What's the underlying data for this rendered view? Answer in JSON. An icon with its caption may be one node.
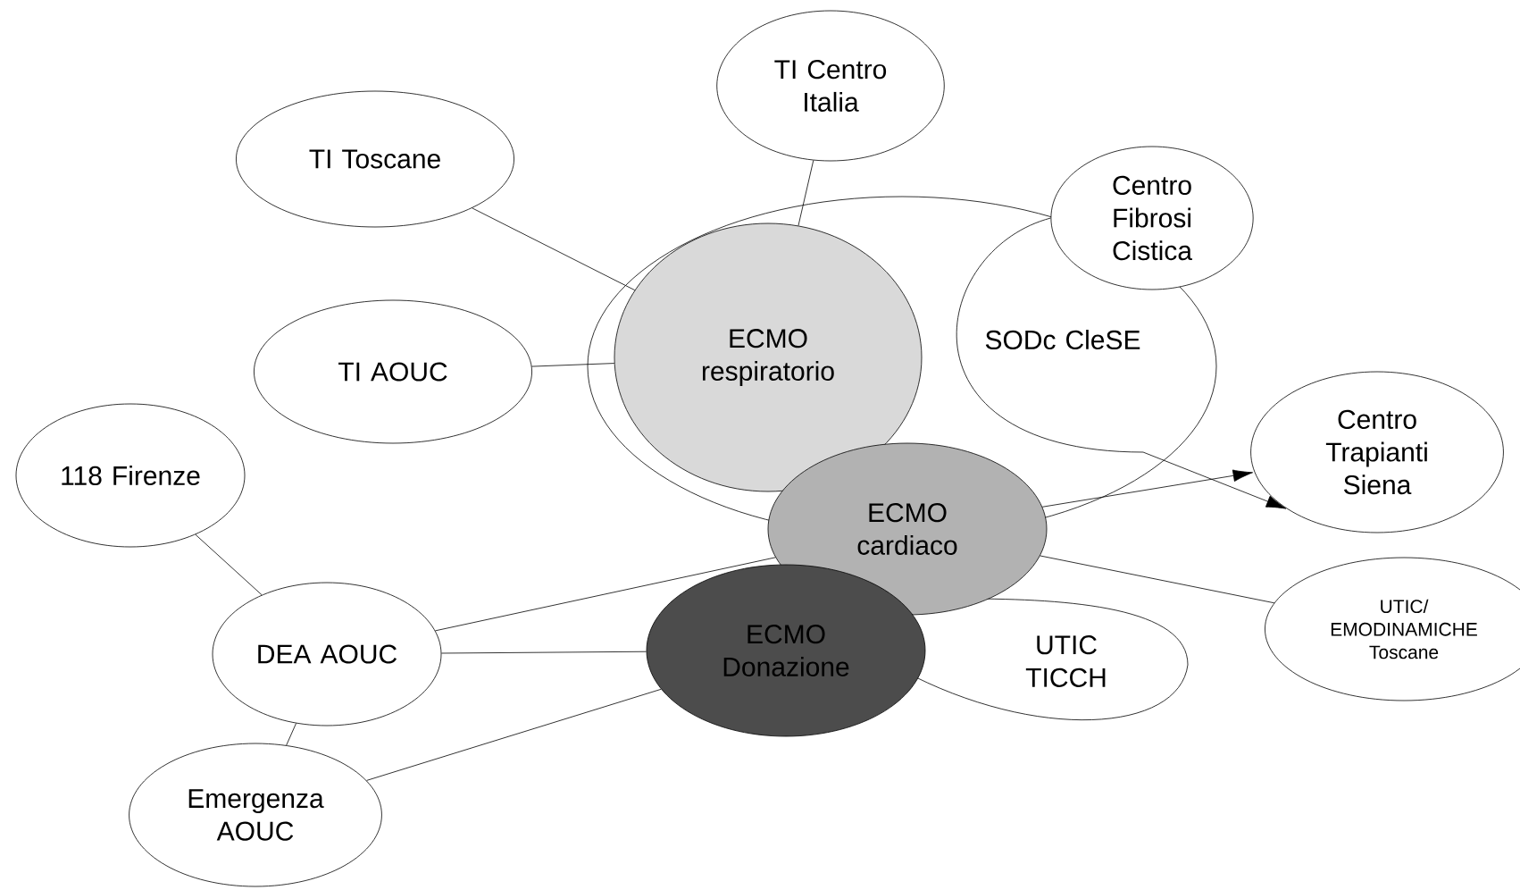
{
  "diagram": {
    "nodes": [
      {
        "text": [
          "TI Centro Italia"
        ]
      },
      {
        "text": [
          "TI Toscane"
        ]
      },
      {
        "text": [
          "Centro Fibrosi Cistica"
        ]
      },
      {
        "text": [
          "TI AOUC"
        ]
      },
      {
        "text": [
          "SODc CleSE"
        ]
      },
      {
        "text": [
          "ECMO respiratorio"
        ],
        "in": 4
      },
      {
        "text": [
          "Centro Trapianti Siena"
        ]
      },
      {
        "text": [
          "118 Firenze"
        ]
      },
      {
        "text": [
          "ECMO cardiaco"
        ]
      },
      {
        "text": [
          "DEA AOUC"
        ]
      },
      {
        "text": [
          "ECMO Donazione"
        ]
      },
      {
        "text": [
          "UTIC TICCH"
        ]
      },
      {
        "text": [
          "UTIC/ EMODINAMICHE Toscane"
        ]
      },
      {
        "text": [
          "Emergenza AOUC"
        ]
      }
    ],
    "edges": [
      {
        "from": 0,
        "to": 5,
        "arrow": "none"
      },
      {
        "from": 1,
        "to": 5,
        "arrow": "none"
      },
      {
        "from": 3,
        "to": 5,
        "arrow": "none"
      },
      {
        "from": 2,
        "to": 6,
        "arrow": "to"
      },
      {
        "from": 8,
        "to": 6,
        "arrow": "to"
      },
      {
        "from": 8,
        "to": 12,
        "arrow": "none"
      },
      {
        "from": 7,
        "to": 9,
        "arrow": "none"
      },
      {
        "from": 9,
        "to": 8,
        "arrow": "none"
      },
      {
        "from": 9,
        "to": 10,
        "arrow": "none"
      },
      {
        "from": 9,
        "to": 13,
        "arrow": "none"
      },
      {
        "from": 13,
        "to": 10,
        "arrow": "none"
      }
    ]
  }
}
